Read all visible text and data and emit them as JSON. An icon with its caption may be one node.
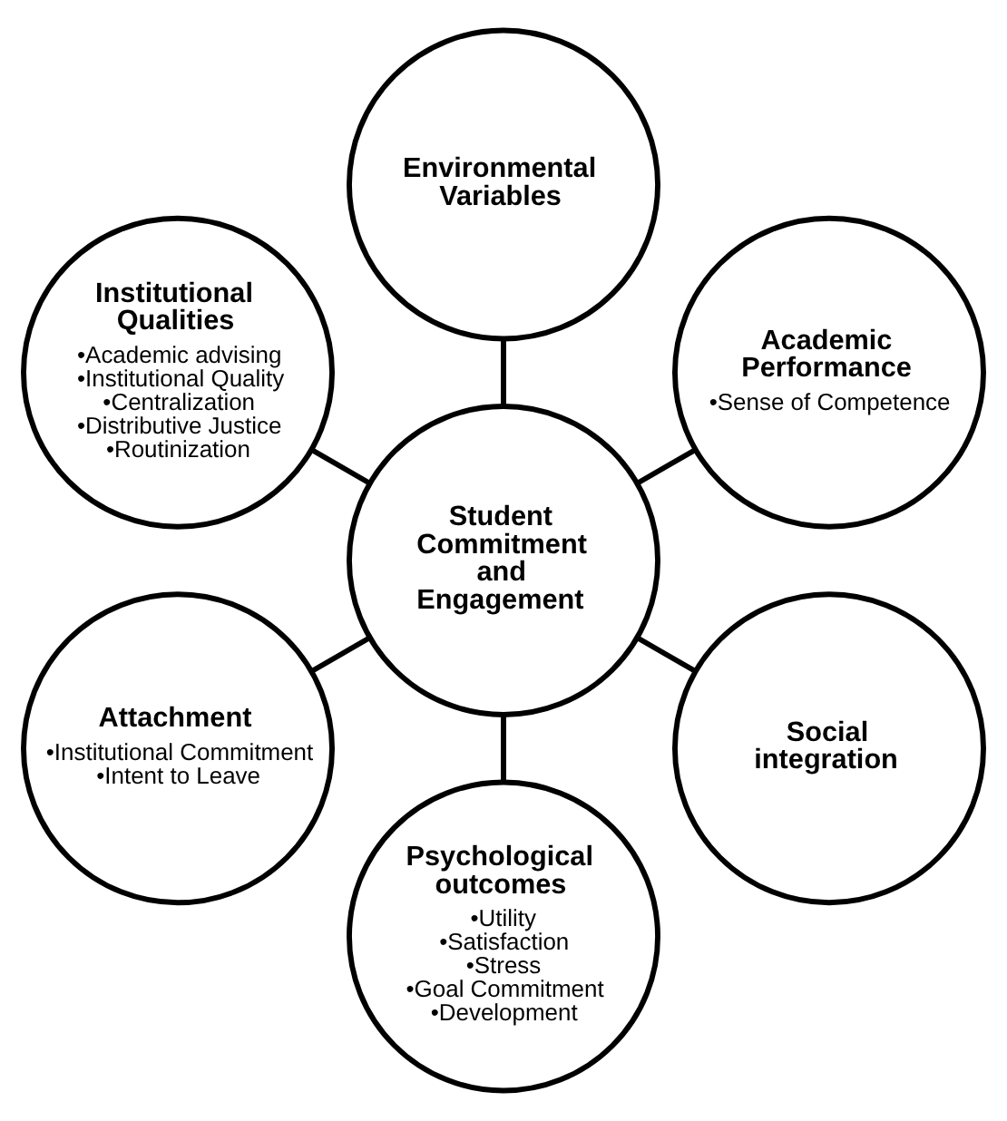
{
  "diagram": {
    "nodes": [
      {
        "text": [
          "Academic Performance",
          "•Sense of Competence"
        ]
      },
      {
        "text": [
          "Environmental Variables"
        ]
      },
      {
        "text": [
          "Institutional Qualities",
          "•Academic advising",
          "•Institutional Quality",
          "•Centralization",
          "•Distributive Justice",
          "•Routinization"
        ]
      },
      {
        "text": [
          "Student Commitment and Engagement"
        ]
      },
      {
        "text": [
          "Attachment",
          "•Institutional Commitment",
          "•Intent to Leave"
        ]
      },
      {
        "text": [
          "Psychological outcomes",
          "•Utility",
          "•Satisfaction",
          "•Stress",
          "•Goal Commitment",
          "•Development"
        ]
      },
      {
        "text": [
          "Social integration"
        ]
      }
    ],
    "edges": [
      {
        "from": 3,
        "to": 0,
        "arrow": "none"
      },
      {
        "from": 3,
        "to": 2,
        "arrow": "none"
      },
      {
        "from": 3,
        "to": 5,
        "arrow": "none"
      },
      {
        "from": 3,
        "to": 6,
        "arrow": "none"
      },
      {
        "from": 3,
        "to": 4,
        "arrow": "none"
      },
      {
        "from": 3,
        "to": 1,
        "arrow": "none"
      }
    ]
  }
}
